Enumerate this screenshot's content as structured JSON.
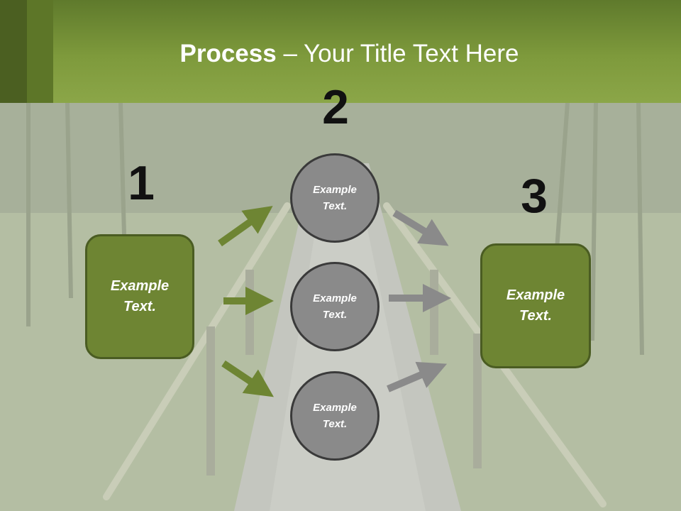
{
  "title": {
    "bold": "Process",
    "rest": " – Your Title Text Here"
  },
  "steps": {
    "one": "1",
    "two": "2",
    "three": "3"
  },
  "left_box": {
    "line1": "Example",
    "line2": "Text."
  },
  "right_box": {
    "line1": "Example",
    "line2": "Text."
  },
  "circles": [
    {
      "line1": "Example",
      "line2": "Text."
    },
    {
      "line1": "Example",
      "line2": "Text."
    },
    {
      "line1": "Example",
      "line2": "Text."
    }
  ],
  "colors": {
    "header": "#7e9a3c",
    "box_fill": "#6e8533",
    "box_border": "#4a5c22",
    "circle_fill": "#8a8a8a",
    "arrow_green": "#6e8533",
    "arrow_grey": "#8a8a8a"
  }
}
